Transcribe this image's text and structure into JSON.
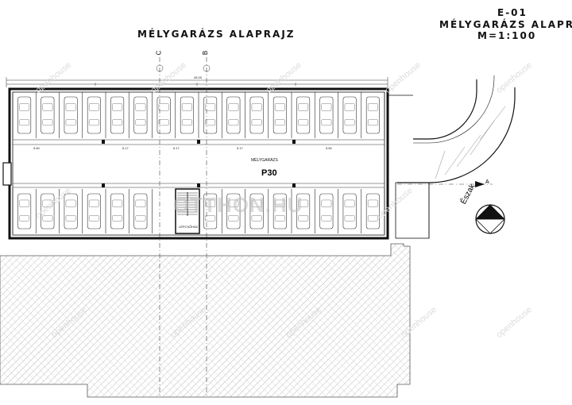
{
  "sheet": {
    "code": "E-01",
    "title": "MÉLYGARÁZS ALAPRAJZ",
    "scale": "M=1:100"
  },
  "plan": {
    "main_title": "MÉLYGARÁZS ALAPRAJZ",
    "grid_axes": [
      "C",
      "B"
    ],
    "room_name": "MÉLYGARÁZS",
    "room_code": "P30",
    "stair_label": "LÉPCSŐHÁZ",
    "section_marker": "A",
    "north_label": "Észak",
    "dimensions": {
      "total_width": "45.00",
      "bay_1": "5.60",
      "bay_2": "5.17",
      "bay_3": "5.17",
      "bay_4": "5.17",
      "bay_5": "5.60"
    }
  },
  "watermarks": {
    "center_text": "OTTHON.HU",
    "tile_text": "openhouse"
  },
  "colors": {
    "line": "#1a1a1a",
    "hatch": "#9a9a9a",
    "background": "#ffffff"
  }
}
